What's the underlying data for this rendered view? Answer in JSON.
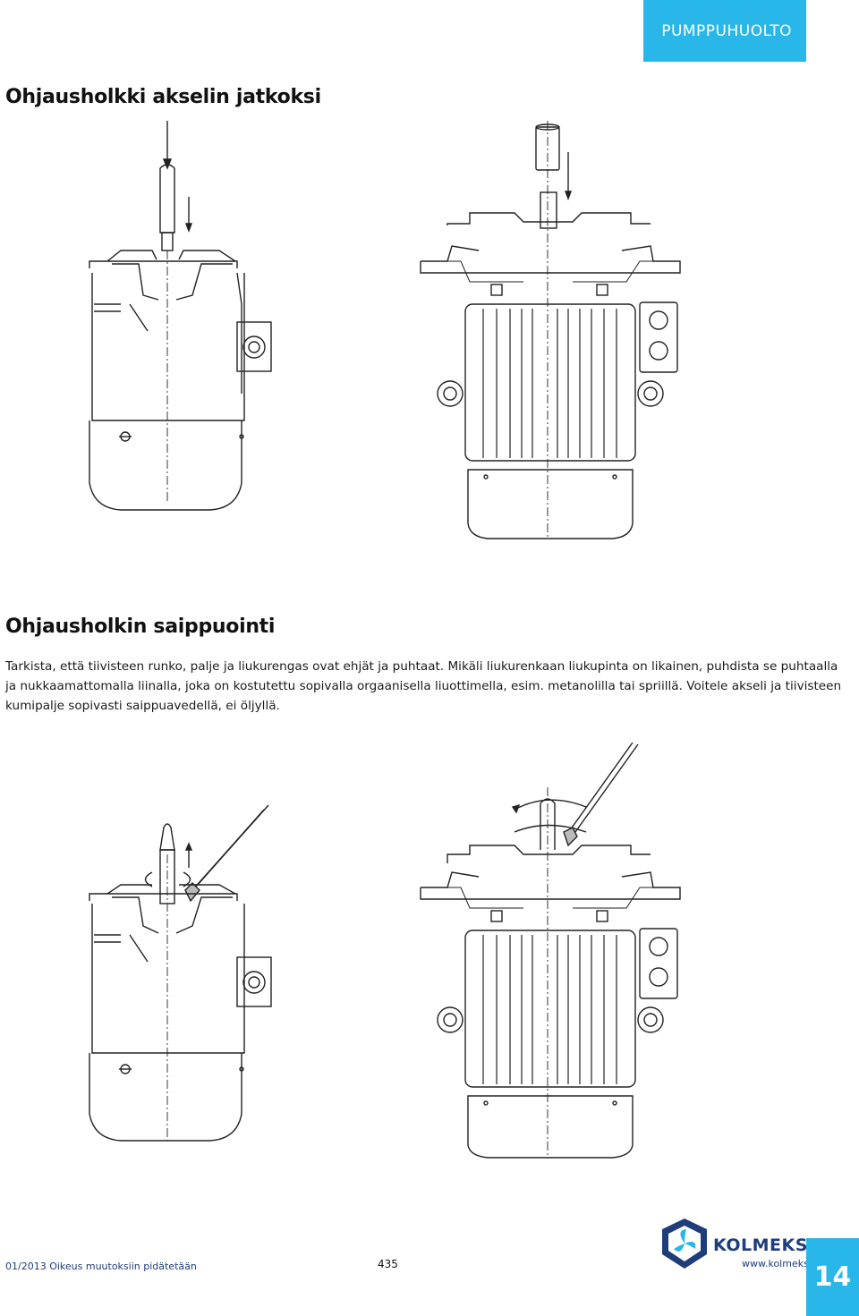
{
  "header": {
    "section": "PUMPPUHUOLTO"
  },
  "headings": {
    "first": "Ohjausholkki akselin jatkoksi",
    "second": "Ohjausholkin saippuointi"
  },
  "body": {
    "paragraph": "Tarkista, että tiivisteen runko, palje ja liukurengas ovat ehjät ja puhtaat. Mikäli liukurenkaan liukupinta on likainen, puhdista se puhtaalla ja nukkaamattomalla liinalla, joka on kostutettu sopivalla orgaanisella liuottimella, esim. metanolilla tai spriillä. Voitele akseli ja tiivisteen kumipalje sopivasti saippuavedellä, ei öljyllä."
  },
  "footer": {
    "left": "01/2013 Oikeus muutoksiin pidätetään",
    "page_number": "435",
    "brand": "KOLMEKS",
    "url": "www.kolmeks.fi",
    "badge": "14"
  },
  "colors": {
    "accent": "#29b6e8",
    "brand_blue": "#1f3d7a"
  }
}
